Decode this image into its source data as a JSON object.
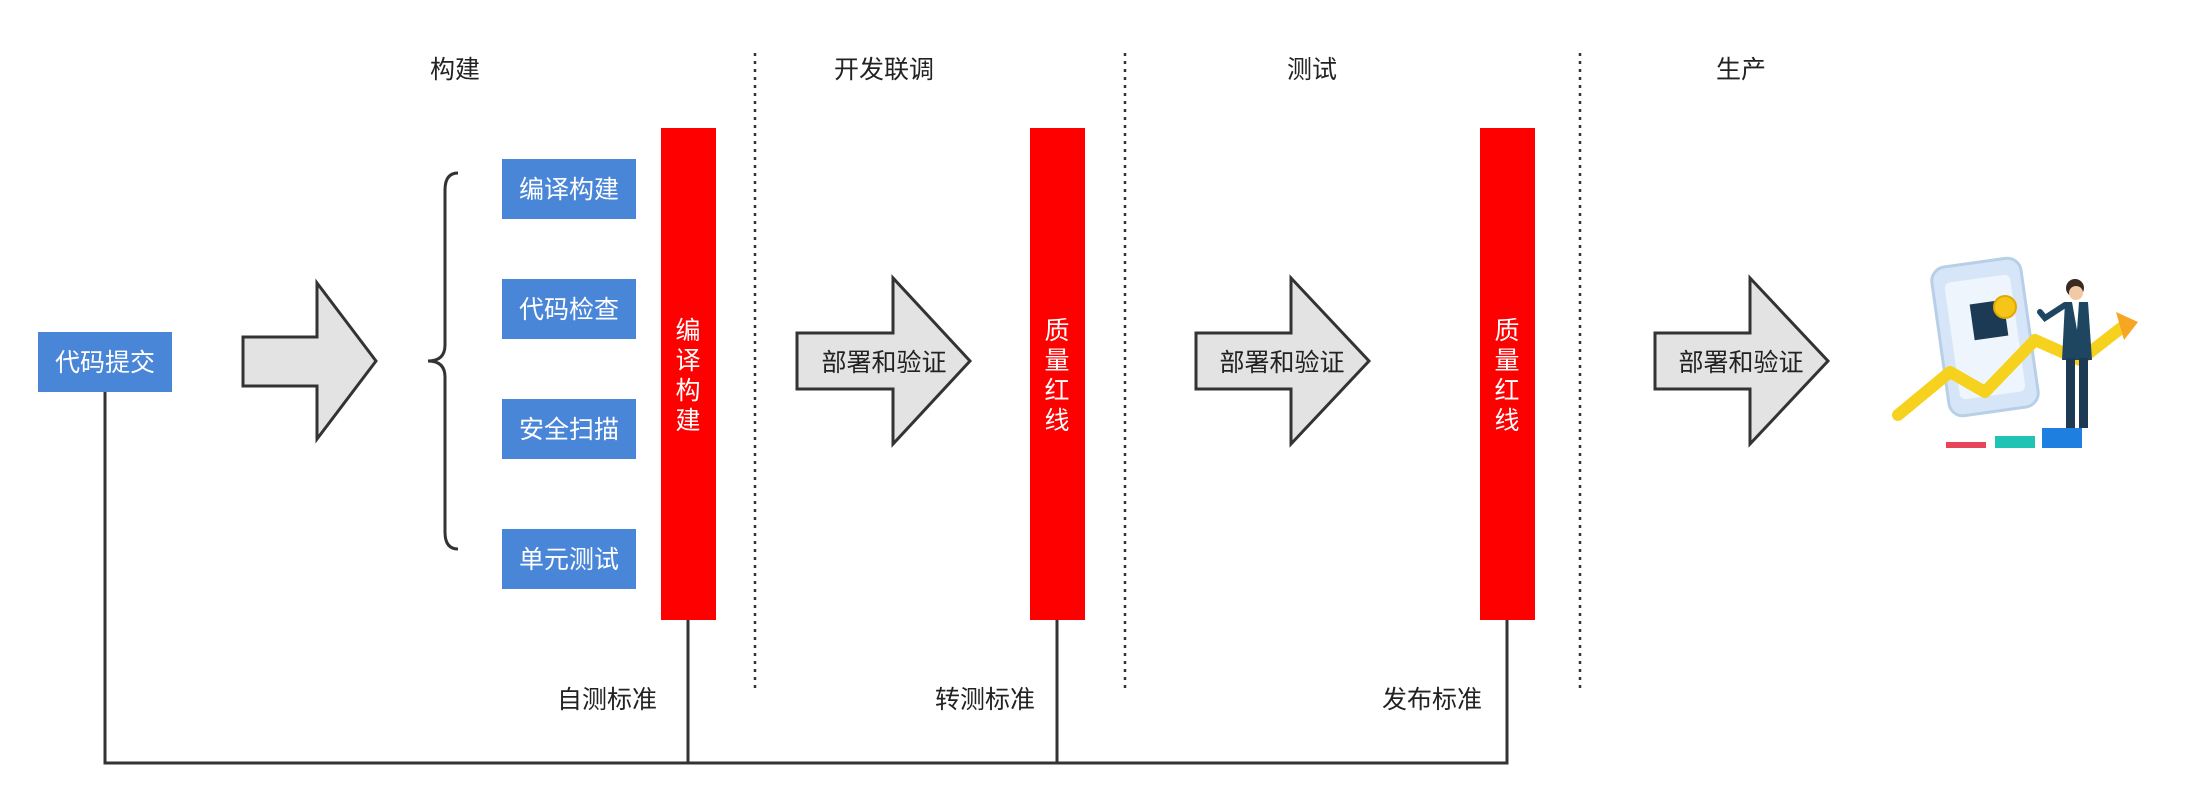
{
  "phases": [
    "构建",
    "开发联调",
    "测试",
    "生产"
  ],
  "commit": "代码提交",
  "build_steps": [
    "编译构建",
    "代码检查",
    "安全扫描",
    "单元测试"
  ],
  "gates": [
    {
      "chars": [
        "编",
        "译",
        "构",
        "建"
      ]
    },
    {
      "chars": [
        "质",
        "量",
        "红",
        "线"
      ]
    },
    {
      "chars": [
        "质",
        "量",
        "红",
        "线"
      ]
    }
  ],
  "deploy_arrows": [
    "部署和验证",
    "部署和验证",
    "部署和验证"
  ],
  "standards": [
    "自测标准",
    "转测标准",
    "发布标准"
  ],
  "colors": {
    "blue_box": "#4a86d8",
    "gate_red": "#ff0000",
    "arrow_fill": "#e3e3e3",
    "line": "#333333"
  }
}
